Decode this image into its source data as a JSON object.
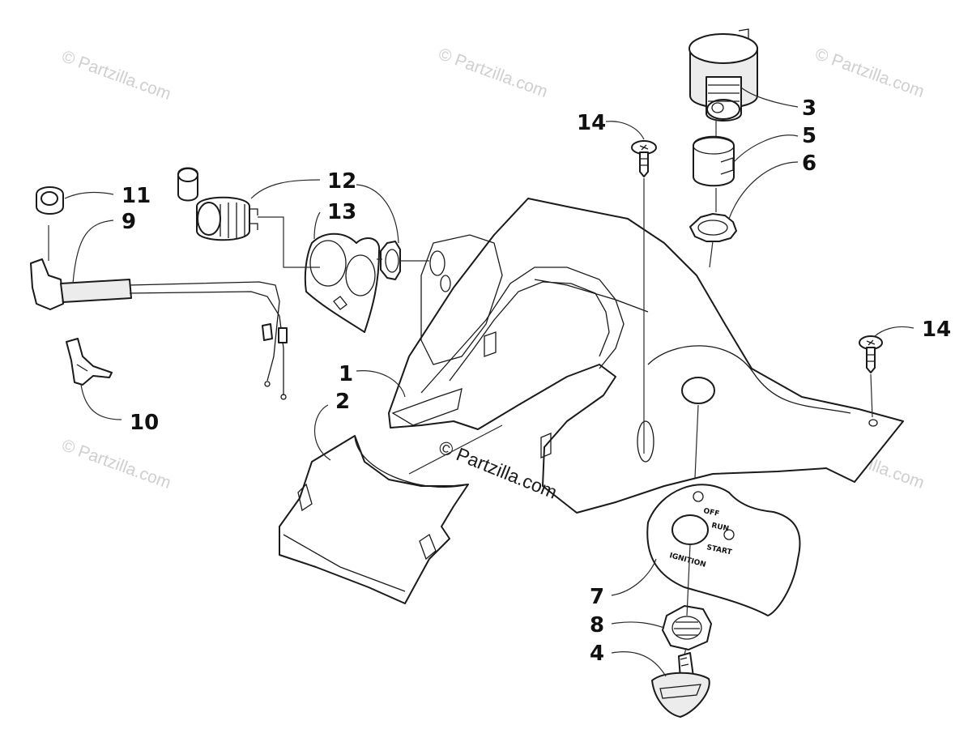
{
  "watermark": {
    "text": "© Partzilla.com",
    "center_text": "© Partzilla.com"
  },
  "callouts": {
    "c1": "1",
    "c2": "2",
    "c3": "3",
    "c4": "4",
    "c5": "5",
    "c6": "6",
    "c7": "7",
    "c8": "8",
    "c9": "9",
    "c10": "10",
    "c11": "11",
    "c12": "12",
    "c13": "13",
    "c14a": "14",
    "c14b": "14"
  },
  "ignition_panel": {
    "off": "OFF",
    "run": "RUN",
    "start": "START",
    "ignition": "IGNITION"
  },
  "colors": {
    "line": "#1a1a1a",
    "watermark": "#cfcfcf",
    "background": "#ffffff"
  }
}
